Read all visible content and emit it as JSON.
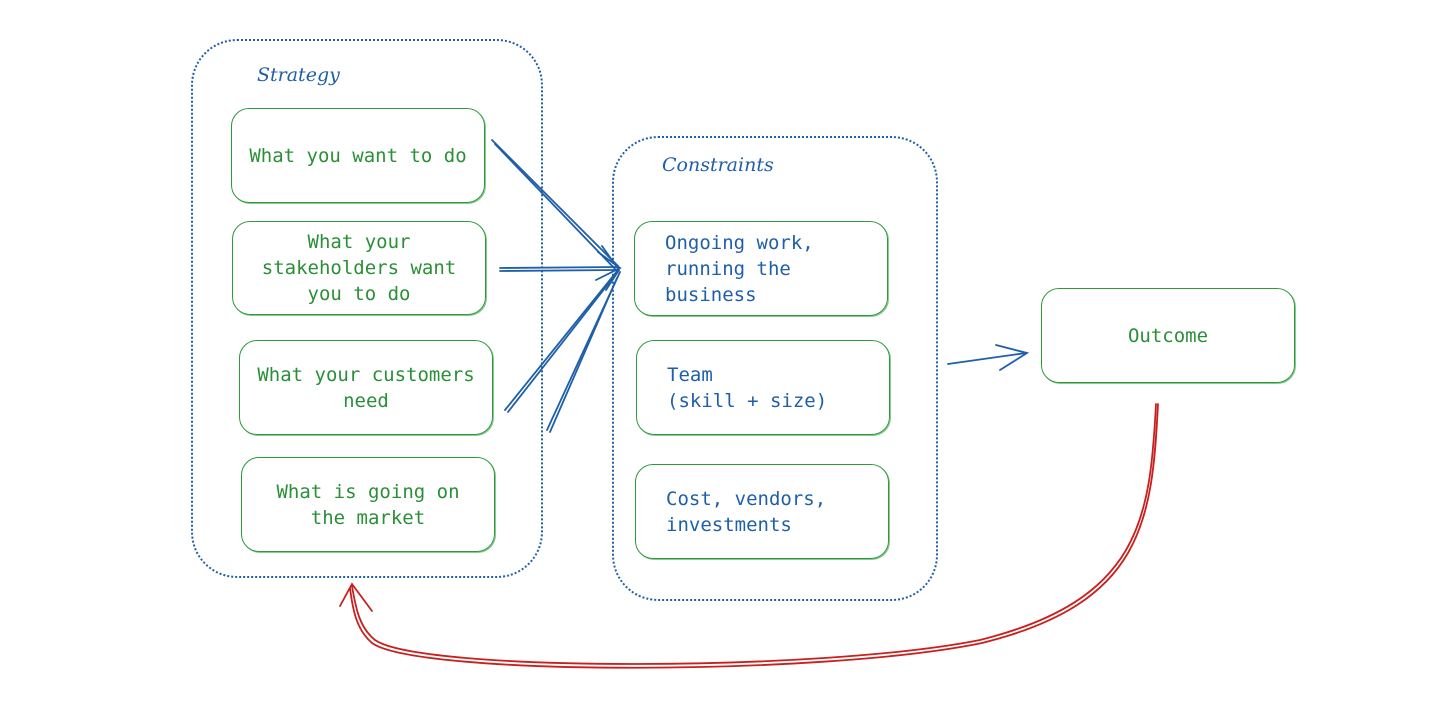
{
  "strategy": {
    "title": "Strategy",
    "items": [
      "What you want to do",
      "What your\nstakeholders want\nyou to do",
      "What your customers\nneed",
      "What is going on\nthe market"
    ]
  },
  "constraints": {
    "title": "Constraints",
    "items": [
      "Ongoing work,\nrunning the\nbusiness",
      "Team\n(skill + size)",
      "Cost, vendors,\ninvestments"
    ]
  },
  "outcome": {
    "label": "Outcome"
  },
  "colors": {
    "strategy_text": "#2a8f37",
    "constraint_text": "#1f5fa8",
    "group_border": "#1f5fa8",
    "flow_arrow": "#1f5fa8",
    "feedback_arrow": "#c8201e"
  }
}
